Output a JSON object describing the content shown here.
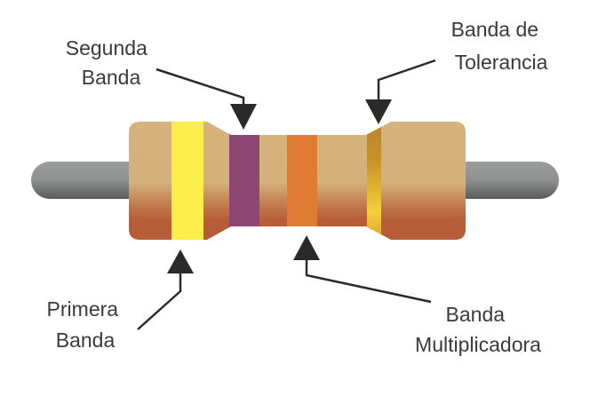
{
  "diagram": {
    "subject": "Resistencia de 4 bandas",
    "colors": {
      "background": "#ffffff",
      "body_light": "#d6b37c",
      "body_dark": "#b65c36",
      "lead_light": "#9a9b9b",
      "lead_dark": "#5a5b5b",
      "arrow": "#2a2a2a",
      "text": "#3a3a3a"
    },
    "bands": [
      {
        "name": "primera-banda",
        "color": "#fbee4a",
        "color_name": "Amarillo"
      },
      {
        "name": "segunda-banda",
        "color": "#8d4674",
        "color_name": "Violeta"
      },
      {
        "name": "banda-multiplicadora",
        "color": "#e07b33",
        "color_name": "Naranja"
      },
      {
        "name": "banda-tolerancia",
        "color": "#c8912a",
        "color_name": "Dorado"
      }
    ],
    "labels": {
      "segunda": [
        "Segunda",
        "Banda"
      ],
      "tolerancia": [
        "Banda de",
        "Tolerancia"
      ],
      "primera": [
        "Primera",
        "Banda"
      ],
      "multiplicadora": [
        "Banda",
        "Multiplicadora"
      ]
    }
  }
}
